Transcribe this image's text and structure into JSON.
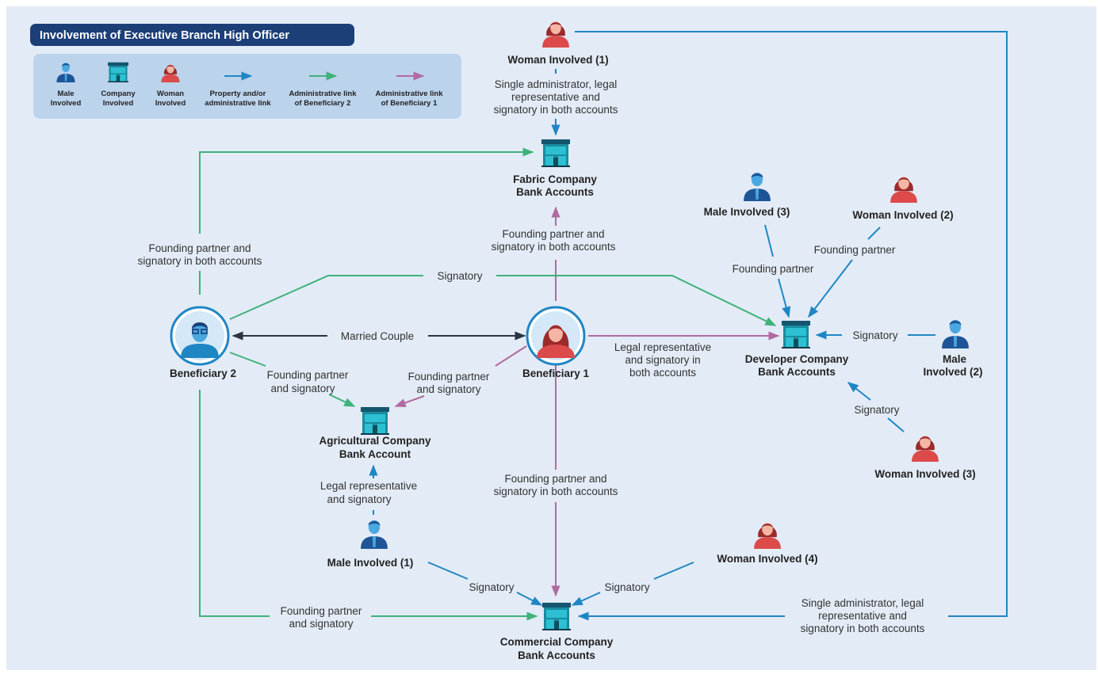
{
  "title": "Involvement of Executive Branch High Officer",
  "colors": {
    "background": "#e3ebf6",
    "title_bg": "#1c3f78",
    "legend_bg": "#bcd3ec",
    "property_link": "#1f86c4",
    "admin_beneficiary_2": "#3fb27a",
    "admin_beneficiary_1": "#b06aa0",
    "married_link": "#2b3440",
    "male": "#2f6fb0",
    "woman": "#d84a4a",
    "company": "#1a8ca0"
  },
  "legend": {
    "male": [
      "Male",
      "Involved"
    ],
    "company": [
      "Company",
      "Involved"
    ],
    "woman": [
      "Woman",
      "Involved"
    ],
    "property": [
      "Property and/or",
      "administrative link"
    ],
    "admin2": [
      "Administrative link",
      "of Beneficiary 2"
    ],
    "admin1": [
      "Administrative link",
      "of Beneficiary 1"
    ]
  },
  "nodes": {
    "woman1": "Woman Involved (1)",
    "fabric": [
      "Fabric Company",
      "Bank Accounts"
    ],
    "male3": "Male Involved (3)",
    "woman2": "Woman Involved (2)",
    "beneficiary2": "Beneficiary 2",
    "beneficiary1": "Beneficiary 1",
    "developer": [
      "Developer Company",
      "Bank Accounts"
    ],
    "male2": [
      "Male",
      "Involved (2)"
    ],
    "agricultural": [
      "Agricultural Company",
      "Bank Account"
    ],
    "woman3": "Woman Involved (3)",
    "male1": "Male Involved (1)",
    "woman4": "Woman Involved (4)",
    "commercial": [
      "Commercial Company",
      "Bank Accounts"
    ]
  },
  "edges": {
    "woman1_fabric": [
      "Single administrator, legal",
      "representative and",
      "signatory in both accounts"
    ],
    "b2_fabric": [
      "Founding partner and",
      "signatory in both accounts"
    ],
    "b1_fabric": [
      "Founding partner and",
      "signatory in both accounts"
    ],
    "b2_developer": "Signatory",
    "male3_developer": "Founding partner",
    "woman2_developer": "Founding partner",
    "married": "Married Couple",
    "b1_developer": [
      "Legal representative",
      "and signatory in",
      "both accounts"
    ],
    "male2_developer": "Signatory",
    "woman3_developer": "Signatory",
    "b2_agri": [
      "Founding partner",
      "and signatory"
    ],
    "b1_agri": [
      "Founding partner",
      "and signatory"
    ],
    "male1_agri": [
      "Legal representative",
      "and signatory"
    ],
    "b1_commercial": [
      "Founding partner and",
      "signatory in both accounts"
    ],
    "male1_commercial": "Signatory",
    "woman4_commercial": "Signatory",
    "b2_commercial": [
      "Founding partner",
      "and signatory"
    ],
    "woman1_commercial": [
      "Single administrator, legal",
      "representative and",
      "signatory in both accounts"
    ]
  }
}
